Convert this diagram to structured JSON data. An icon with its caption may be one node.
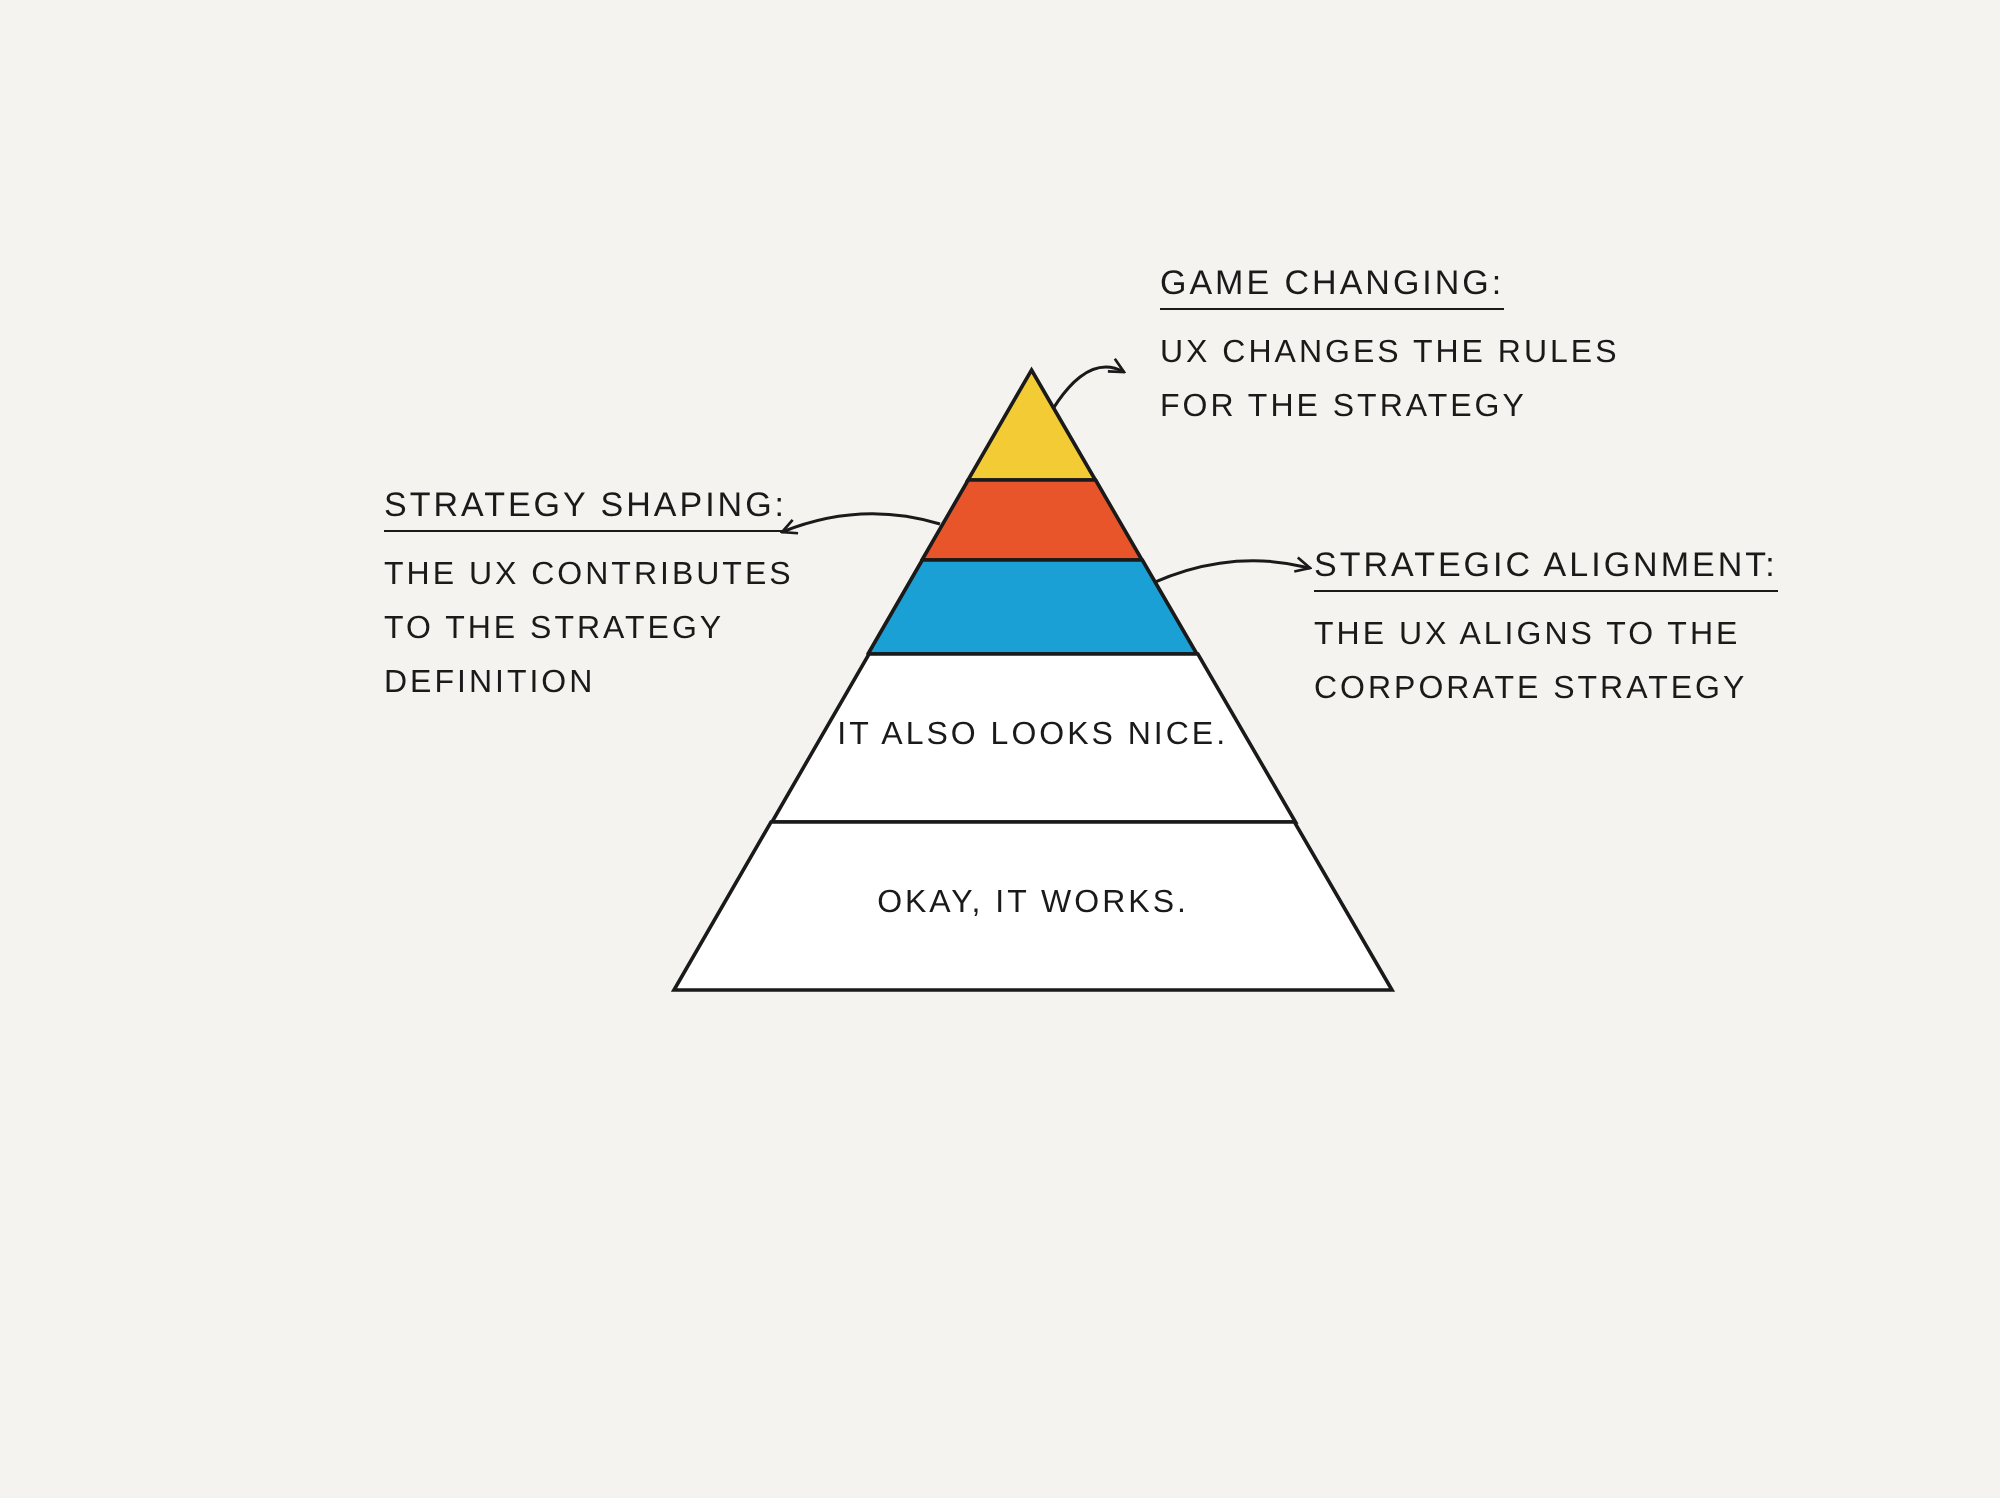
{
  "diagram": {
    "nodes": [
      {
        "text": [
          "GAME CHANGING:",
          "UX CHANGES THE RULES FOR THE STRATEGY"
        ]
      },
      {
        "text": [],
        "shape": "triangle"
      },
      {
        "text": [
          "STRATEGY SHAPING:",
          "THE UX CONTRIBUTES TO THE STRATEGY DEFINITION"
        ]
      },
      {
        "text": [],
        "shape": "band"
      },
      {
        "text": [],
        "shape": "band"
      },
      {
        "text": [
          "STRATEGIC ALIGNMENT:",
          "THE UX ALIGNS TO THE CORPORATE STRATEGY"
        ]
      },
      {
        "text": [
          "IT ALSO LOOKS NICE."
        ]
      },
      {
        "text": [
          "OKAY, IT WORKS."
        ]
      }
    ],
    "edges": [
      {
        "from": 1,
        "to": 0,
        "arrow": "to"
      },
      {
        "from": 3,
        "to": 2,
        "arrow": "to"
      },
      {
        "from": 4,
        "to": 5,
        "arrow": "to"
      }
    ]
  }
}
